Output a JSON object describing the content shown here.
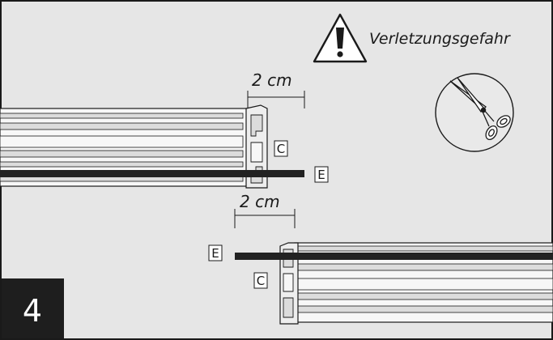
{
  "colors": {
    "background": "#e6e6e6",
    "border": "#1a1a1a",
    "profile_light": "#f7f7f7",
    "profile_mid": "#dcdcdc",
    "rod": "#222222",
    "step_box": "#1e1e1e",
    "step_text": "#ffffff",
    "circle_fill": "#e9e9e9"
  },
  "warning": {
    "icon": "warning-triangle-icon",
    "text": "Verletzungsgefahr"
  },
  "tool": {
    "icon": "scissors-icon"
  },
  "measurements": {
    "top": "2 cm",
    "bottom": "2 cm"
  },
  "labels": {
    "top_c": "C",
    "top_e": "E",
    "bottom_e": "E",
    "bottom_c": "C"
  },
  "step": {
    "number": "4"
  }
}
